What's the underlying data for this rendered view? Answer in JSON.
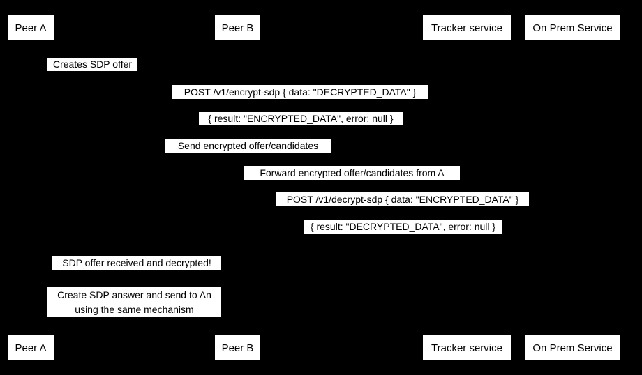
{
  "colors": {
    "background": "#000000",
    "box_fill": "#ffffff",
    "text": "#000000"
  },
  "actors": [
    {
      "label": "Peer A"
    },
    {
      "label": "Peer B"
    },
    {
      "label": "Tracker service"
    },
    {
      "label": "On Prem Service"
    }
  ],
  "messages": [
    {
      "text": "Creates SDP offer"
    },
    {
      "text": "POST /v1/encrypt-sdp { data: \"DECRYPTED_DATA\" }"
    },
    {
      "text": "{ result: \"ENCRYPTED_DATA\", error: null }"
    },
    {
      "text": "Send encrypted offer/candidates"
    },
    {
      "text": "Forward encrypted offer/candidates from A"
    },
    {
      "text": "POST /v1/decrypt-sdp { data: \"ENCRYPTED_DATA\" }"
    },
    {
      "text": "{ result: \"DECRYPTED_DATA\", error: null }"
    },
    {
      "text": "SDP offer received and decrypted!"
    }
  ],
  "note": {
    "line1": "Create SDP answer and send to An",
    "line2": "using the same mechanism"
  }
}
